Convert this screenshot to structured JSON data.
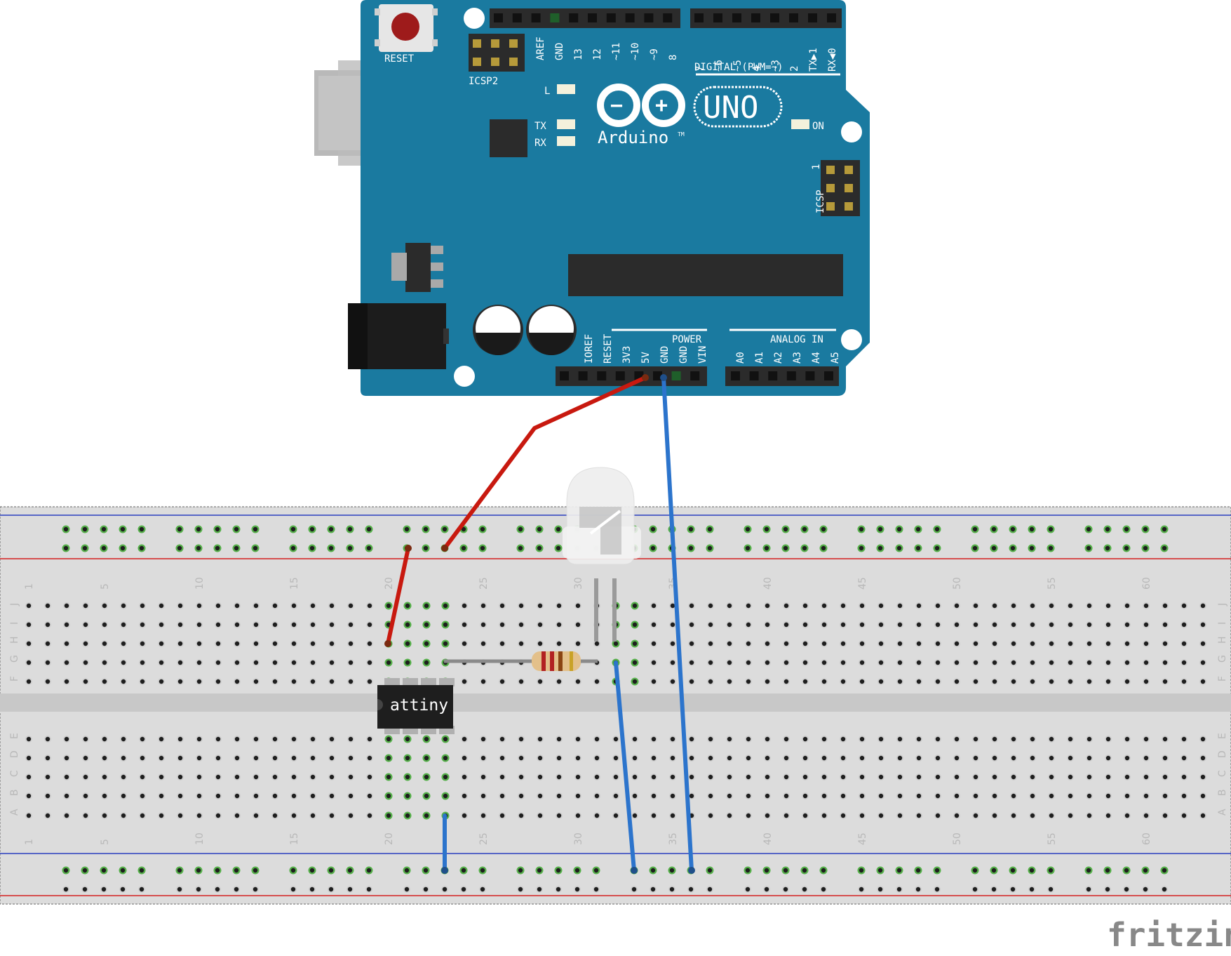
{
  "arduino": {
    "reset_label": "RESET",
    "icsp2_label": "ICSP2",
    "icsp_label": "ICSP",
    "icsp_pin1": "1",
    "top_pins_left": [
      "AREF",
      "GND",
      "13",
      "12",
      "~11",
      "~10",
      "~9",
      "8"
    ],
    "top_pins_right": [
      "7",
      "~6",
      "~5",
      "4",
      "~3",
      "2",
      "TX▶1",
      "RX◀0"
    ],
    "digital_label": "DIGITAL (PWM=~)",
    "led_l": "L",
    "led_tx": "TX",
    "led_rx": "RX",
    "led_on": "ON",
    "brand": "Arduino",
    "tm": "TM",
    "model": "UNO",
    "logo_minus": "−",
    "logo_plus": "+",
    "power_label": "POWER",
    "power_pins": [
      "IOREF",
      "RESET",
      "3V3",
      "5V",
      "GND",
      "GND",
      "VIN"
    ],
    "analog_label": "ANALOG IN",
    "analog_pins": [
      "A0",
      "A1",
      "A2",
      "A3",
      "A4",
      "A5"
    ],
    "board_color": "#1a7aa0"
  },
  "breadboard": {
    "top_col_numbers": [
      "1",
      "5",
      "10",
      "15",
      "20",
      "25",
      "30",
      "35",
      "40",
      "45",
      "50",
      "55",
      "60"
    ],
    "bottom_col_numbers": [
      "1",
      "5",
      "10",
      "15",
      "20",
      "25",
      "30",
      "35",
      "40",
      "45",
      "50",
      "55",
      "60"
    ],
    "left_row_letters": [
      "J",
      "I",
      "H",
      "G",
      "F",
      "E",
      "D",
      "C",
      "B",
      "A"
    ],
    "right_row_letters": [
      "J",
      "I",
      "H",
      "G",
      "F",
      "E",
      "D",
      "C",
      "B",
      "A"
    ],
    "rail_blue": "#2b3fbf",
    "rail_red": "#d42020"
  },
  "chip": {
    "label": "attiny"
  },
  "wires": {
    "red": "#c8190f",
    "blue": "#2c74cc",
    "gray": "#8a8a8a"
  },
  "watermark": "fritzing"
}
